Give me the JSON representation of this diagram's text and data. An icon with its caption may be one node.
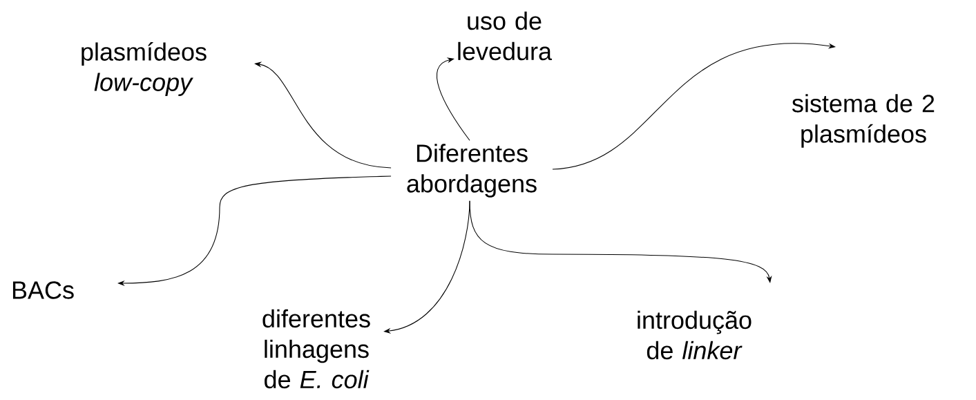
{
  "diagram": {
    "nodes": [
      {
        "text": [
          "Diferentes abordagens"
        ]
      },
      {
        "text": [
          "plasmídeos *low-copy*"
        ]
      },
      {
        "text": [
          "uso de levedura"
        ]
      },
      {
        "text": [
          "sistema de 2 plasmídeos"
        ]
      },
      {
        "text": [
          "BACs"
        ]
      },
      {
        "text": [
          "diferentes linhagens de *E. coli*"
        ]
      },
      {
        "text": [
          "introdução de *linker*"
        ]
      }
    ],
    "edges": [
      {
        "from": 0,
        "to": 1,
        "arrow": "to"
      },
      {
        "from": 0,
        "to": 2,
        "arrow": "to"
      },
      {
        "from": 0,
        "to": 3,
        "arrow": "to"
      },
      {
        "from": 0,
        "to": 4,
        "arrow": "to"
      },
      {
        "from": 0,
        "to": 5,
        "arrow": "to"
      },
      {
        "from": 0,
        "to": 6,
        "arrow": "to"
      }
    ]
  }
}
